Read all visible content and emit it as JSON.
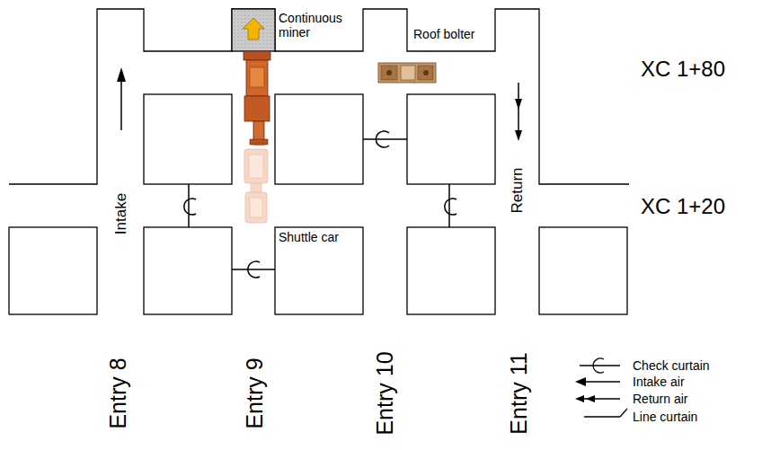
{
  "diagram": {
    "labels": [
      "Continuous miner",
      "Roof bolter",
      "XC 1+80",
      "XC 1+20",
      "Intake",
      "Return",
      "Shuttle car",
      "Entry 8",
      "Entry 9",
      "Entry 10",
      "Entry 11"
    ],
    "legend": [
      {
        "text": "Check curtain"
      },
      {
        "text": "Intake air"
      },
      {
        "text": "Return air"
      },
      {
        "text": "Line curtain"
      }
    ]
  }
}
